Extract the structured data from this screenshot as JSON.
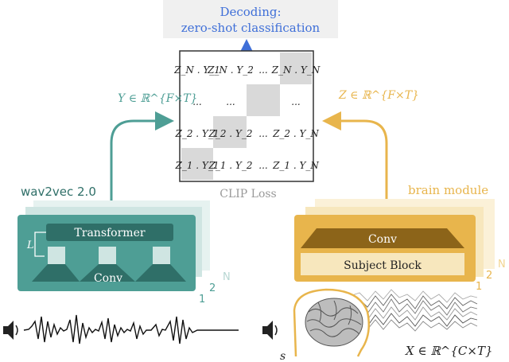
{
  "decoding": {
    "title": "Decoding:",
    "subtitle": "zero-shot classification"
  },
  "matrix": {
    "rows": [
      [
        "Z_N . Y_1",
        "Z_N . Y_2",
        "...",
        "Z_N . Y_N"
      ],
      [
        "...",
        "...",
        "",
        "..."
      ],
      [
        "Z_2 . Y_1",
        "Z_2 . Y_2",
        "...",
        "Z_2 . Y_N"
      ],
      [
        "Z_1 . Y_1",
        "Z_1 . Y_2",
        "...",
        "Z_1 . Y_N"
      ]
    ],
    "highlighted_diagonal": true,
    "caption": "CLIP Loss"
  },
  "audio_branch": {
    "output_label": "Y ∈ ℝ^{F×T}",
    "module_label": "wav2vec 2.0",
    "transformer_label": "Transformer",
    "conv_label": "Conv",
    "loop_label": "L",
    "stack_labels": [
      "1",
      "2",
      "N"
    ]
  },
  "brain_branch": {
    "output_label": "Z ∈ ℝ^{F×T}",
    "module_label": "brain module",
    "conv_label": "Conv",
    "subject_block_label": "Subject Block",
    "stack_labels": [
      "1",
      "2",
      "N"
    ],
    "subject_label": "s",
    "input_label": "X ∈ ℝ^{C×T}"
  },
  "colors": {
    "teal": "#4e9e95",
    "teal_dark": "#2f6f68",
    "teal_light": "#cfe5e2",
    "gold": "#e8b54c",
    "gold_dark": "#8c6419",
    "gold_light": "#f7e7bd",
    "blue": "#3f6fd8",
    "matrix_grey": "#d9d9d9"
  },
  "icons": [
    "speaker-icon",
    "brain-icon"
  ]
}
